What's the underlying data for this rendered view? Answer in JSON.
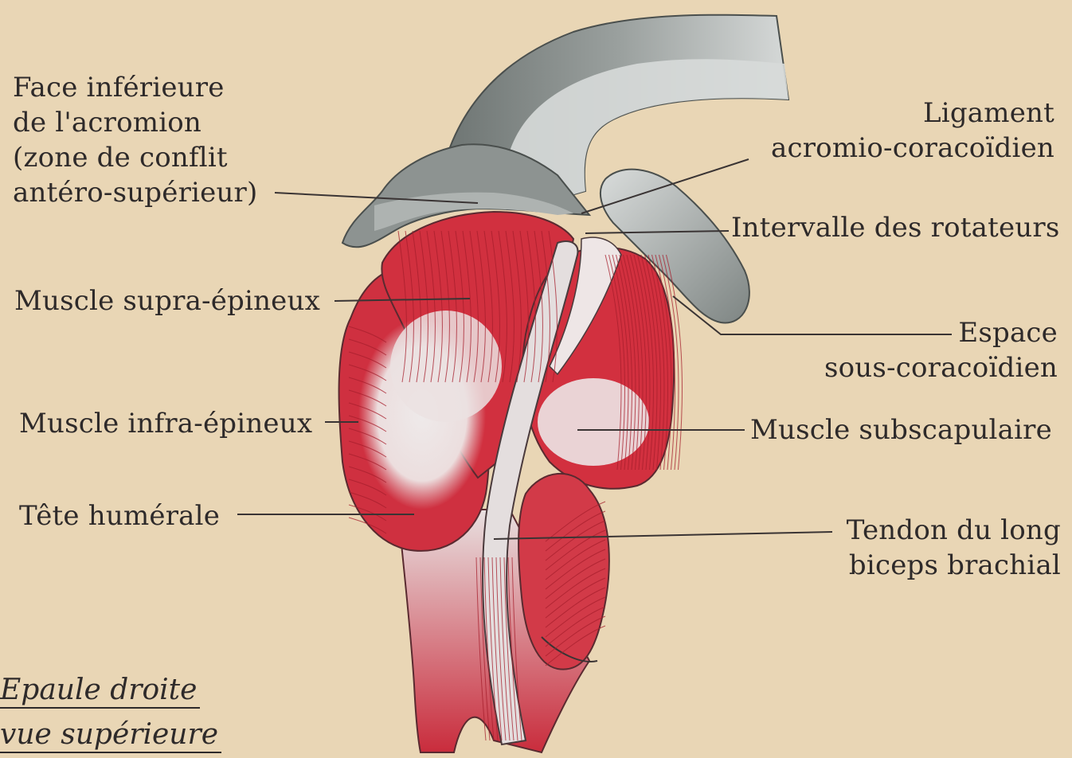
{
  "labels": {
    "face_inferieure_acromion": {
      "line1": "Face inférieure",
      "line2": "de l'acromion",
      "line3": "(zone de conflit",
      "line4": "antéro-supérieur)"
    },
    "ligament": {
      "line1": "Ligament",
      "line2": "acromio-coracoïdien"
    },
    "intervalle": "Intervalle des rotateurs",
    "supra": "Muscle supra-épineux",
    "espace": {
      "line1": "Espace",
      "line2": "sous-coracoïdien"
    },
    "infra": "Muscle infra-épineux",
    "subscapulaire": "Muscle subscapulaire",
    "tete": "Tête humérale",
    "tendon": {
      "line1": "Tendon du long",
      "line2": "biceps brachial"
    }
  },
  "caption": {
    "line1": "Epaule droite",
    "line2": "vue supérieure"
  },
  "colors": {
    "background": "#e9d6b5",
    "muscle_red": "#cc2a3a",
    "muscle_pale": "#e9dcdc",
    "bone_grey": "#8c9290",
    "bone_light": "#d9dcdb",
    "leader_line": "#3a3434"
  }
}
